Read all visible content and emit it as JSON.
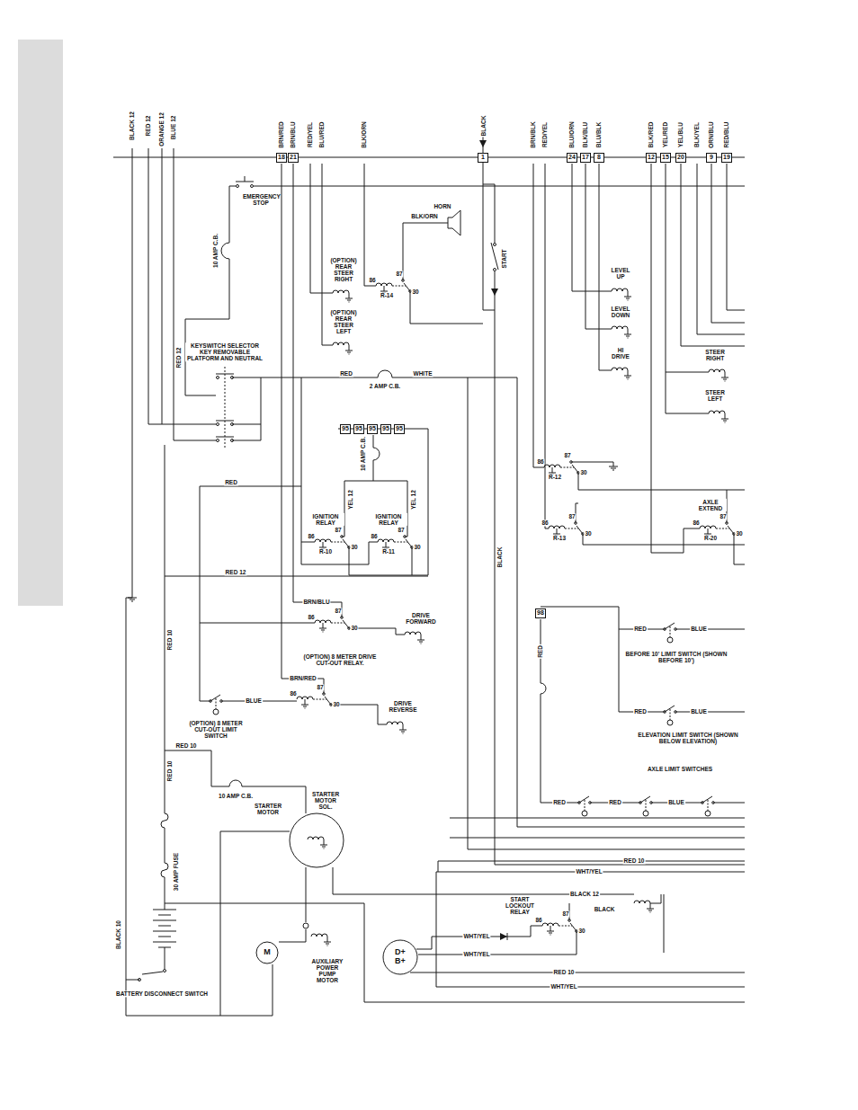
{
  "diagram": {
    "nodes": [
      {
        "text": [
          "18"
        ]
      },
      {
        "text": [
          "21"
        ]
      },
      {
        "text": [
          "1"
        ]
      },
      {
        "text": [
          "24"
        ]
      },
      {
        "text": [
          "17"
        ]
      },
      {
        "text": [
          "8"
        ]
      },
      {
        "text": [
          "12"
        ]
      },
      {
        "text": [
          "15"
        ]
      },
      {
        "text": [
          "20"
        ]
      },
      {
        "text": [
          "9"
        ]
      },
      {
        "text": [
          "19"
        ]
      },
      {
        "text": [
          "95"
        ]
      },
      {
        "text": [
          "95"
        ]
      },
      {
        "text": [
          "95"
        ]
      },
      {
        "text": [
          "95"
        ]
      },
      {
        "text": [
          "95"
        ]
      },
      {
        "text": [
          "98"
        ]
      },
      {
        "text": [
          "M"
        ]
      },
      {
        "text": [
          "D+",
          "B+"
        ]
      }
    ],
    "labels": [
      "BLACK 12",
      "RED 12",
      "ORANGE 12",
      "BLUE 12",
      "BRN/RED",
      "BRN/BLU",
      "RED/YEL",
      "BLU/RED",
      "BLK/ORN",
      "BLACK",
      "BRN/BLK",
      "RED/YEL",
      "BLU/ORN",
      "BLK/BLU",
      "BLU/BLK",
      "BLK/RED",
      "YEL/RED",
      "YEL/BLU",
      "BLK/YEL",
      "ORN/BLU",
      "RED/BLU",
      "EMERGENCY STOP",
      "10 AMP C.B.",
      "(OPTION) REAR STEER RIGHT",
      "(OPTION) REAR STEER LEFT",
      "HORN",
      "BLK/ORN",
      "START",
      "86",
      "87",
      "30",
      "R-14",
      "LEVEL UP",
      "LEVEL DOWN",
      "HI DRIVE",
      "STEER RIGHT",
      "STEER LEFT",
      "KEYSWITCH SELECTOR KEY REMOVABLE PLATFORM AND NEUTRAL",
      "RED 12",
      "RED",
      "2 AMP C.B.",
      "WHITE",
      "10 AMP C.B.",
      "YEL 12",
      "YEL 12",
      "IGNITION RELAY",
      "IGNITION RELAY",
      "86",
      "87",
      "30",
      "R-10",
      "86",
      "87",
      "30",
      "R-11",
      "RED",
      "RED 12",
      "86",
      "87",
      "30",
      "R-12",
      "86",
      "87",
      "30",
      "R-13",
      "AXLE EXTEND",
      "86",
      "87",
      "30",
      "R-20",
      "BLACK",
      "RED 10",
      "BRN/BLU",
      "86",
      "87",
      "30",
      "DRIVE FORWARD",
      "(OPTION) 8 METER DRIVE CUT-OUT RELAY.",
      "BRN/RED",
      "86",
      "87",
      "30",
      "DRIVE REVERSE",
      "BLUE",
      "(OPTION) 8 METER CUT-OUT LIMIT SWITCH",
      "RED 10",
      "RED 10",
      "10 AMP C.B.",
      "STARTER MOTOR",
      "STARTER MOTOR SOL.",
      "30 AMP FUSE",
      "BLACK 10",
      "BATTERY DISCONNECT SWITCH",
      "AUXILIARY POWER PUMP MOTOR",
      "RED",
      "BEFORE 10' LIMIT SWITCH (SHOWN BEFORE 10')",
      "RED",
      "BLUE",
      "ELEVATION LIMIT SWITCH (SHOWN BELOW ELEVATION)",
      "RED",
      "BLUE",
      "AXLE LIMIT SWITCHES",
      "RED",
      "RED",
      "BLUE",
      "RED 10",
      "WHT/YEL",
      "BLACK 12",
      "START LOCKOUT RELAY",
      "BLACK",
      "86",
      "87",
      "30",
      "WHT/YEL",
      "WHT/YEL",
      "RED 10",
      "WHT/YEL"
    ]
  }
}
